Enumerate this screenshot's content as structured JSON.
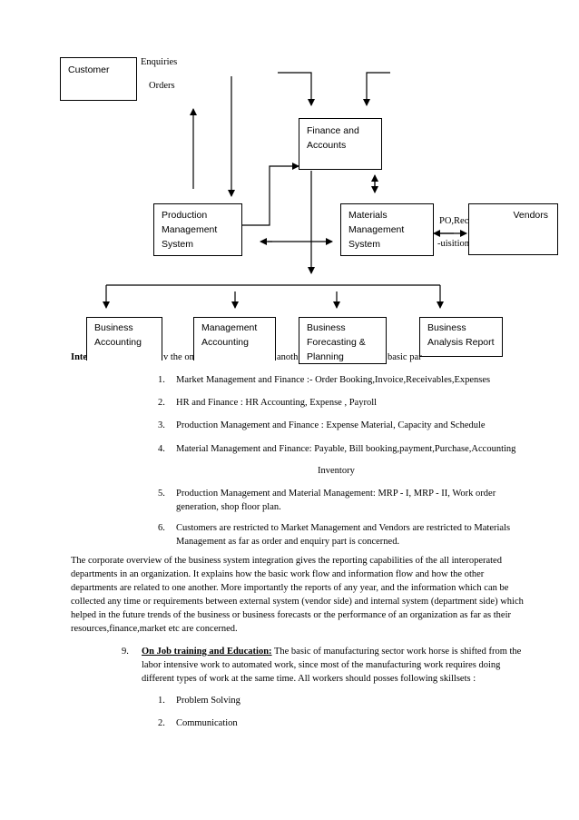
{
  "diagram": {
    "boxes": {
      "customer": "Customer",
      "finance": [
        "Finance and",
        "Accounts"
      ],
      "production": [
        "Production",
        "Management",
        "System"
      ],
      "materials": [
        "Materials",
        "Management",
        "System"
      ],
      "vendors": "Vendors",
      "business_accounting": [
        "Business",
        "Accounting"
      ],
      "management_accounting": [
        "Management",
        "Accounting"
      ],
      "business_forecasting": [
        "Business",
        "Forecasting &",
        "Planning"
      ],
      "business_analysis": [
        "Business",
        "Analysis Report"
      ]
    },
    "labels": {
      "enquiries": "Enquiries",
      "orders": "Orders",
      "po_top": "PO,Rec",
      "po_bottom": "-uisition"
    }
  },
  "intro_fragments": {
    "start": "Inte",
    "middle": "v the on",
    "mid2": "anoth",
    "end": "basic par"
  },
  "list_a": [
    {
      "num": "1.",
      "text": "Market Management and Finance :-   Order Booking,Invoice,Receivables,Expenses"
    },
    {
      "num": "2.",
      "text": "HR and Finance : HR Accounting, Expense , Payroll"
    },
    {
      "num": "3.",
      "text": "Production Management and Finance : Expense Material, Capacity and Schedule"
    },
    {
      "num": "4.",
      "text": "Material Management and Finance: Payable, Bill booking,payment,Purchase,Accounting"
    },
    {
      "num": "",
      "text": "Inventory"
    },
    {
      "num": "5.",
      "lines": [
        "Production Management and Material Management: MRP - I, MRP - II, Work order",
        "generation, shop floor plan."
      ]
    },
    {
      "num": "6.",
      "lines": [
        "Customers are restricted to Market Management and Vendors are restricted to Materials",
        "Management as far as order and enquiry part is concerned."
      ]
    }
  ],
  "paragraph": [
    "The corporate overview of the business system integration gives the reporting capabilities of the all interoperated",
    "departments in an organization.  It explains how the basic work flow and information flow and how the other",
    "departments are related to one another.  More importantly the reports of any year, and the information which can be",
    "collected any time or requirements between external system (vendor side) and internal system (department side) which",
    "helped in the future trends of the business or business forecasts or the performance of an organization as far as their",
    "resources,finance,market etc are concerned."
  ],
  "section9": {
    "num": "9.",
    "heading": "On Job training and Education:",
    "first": " The basic of manufacturing sector work horse is shifted from the",
    "lines": [
      "labor intensive work to automated work, since most of the manufacturing work requires doing",
      "different types of work at the same time. All workers should posses following skillsets :"
    ]
  },
  "list_b": [
    {
      "num": "1.",
      "text": "Problem Solving"
    },
    {
      "num": "2.",
      "text": "Communication"
    }
  ]
}
